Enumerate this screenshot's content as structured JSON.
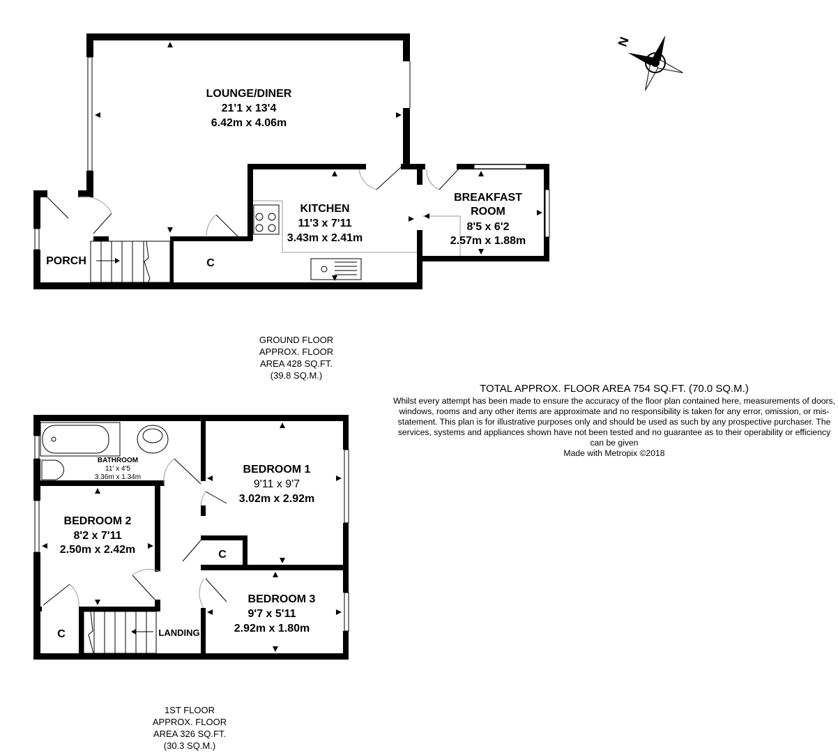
{
  "ground_floor": {
    "rooms": {
      "lounge": {
        "name": "LOUNGE/DINER",
        "imperial": "21'1 x 13'4",
        "metric": "6.42m x 4.06m"
      },
      "kitchen": {
        "name": "KITCHEN",
        "imperial": "11'3 x 7'11",
        "metric": "3.43m x 2.41m"
      },
      "breakfast": {
        "name1": "BREAKFAST",
        "name2": "ROOM",
        "imperial": "8'5 x 6'2",
        "metric": "2.57m x 1.88m"
      },
      "porch": {
        "name": "PORCH"
      },
      "cupboard": {
        "name": "C"
      }
    },
    "caption": [
      "GROUND FLOOR",
      "APPROX. FLOOR",
      "AREA 428 SQ.FT.",
      "(39.8 SQ.M.)"
    ]
  },
  "first_floor": {
    "rooms": {
      "bathroom": {
        "name": "BATHROOM",
        "imperial": "11' x 4'5",
        "metric": "3.36m x 1.34m"
      },
      "bedroom1": {
        "name": "BEDROOM 1",
        "imperial": "9'11 x 9'7",
        "metric": "3.02m x 2.92m"
      },
      "bedroom2": {
        "name": "BEDROOM 2",
        "imperial": "8'2 x 7'11",
        "metric": "2.50m x 2.42m"
      },
      "bedroom3": {
        "name": "BEDROOM 3",
        "imperial": "9'7 x 5'11",
        "metric": "2.92m x 1.80m"
      },
      "landing": {
        "name": "LANDING"
      },
      "cupboard1": {
        "name": "C"
      },
      "cupboard2": {
        "name": "C"
      }
    },
    "caption": [
      "1ST FLOOR",
      "APPROX. FLOOR",
      "AREA 326 SQ.FT.",
      "(30.3 SQ.M.)"
    ]
  },
  "summary": {
    "total": "TOTAL APPROX. FLOOR AREA 754 SQ.FT. (70.0 SQ.M.)",
    "disclaimer": "Whilst every attempt has been made to ensure the accuracy of the floor plan contained here, measurements of doors, windows, rooms and any other items are approximate and no responsibility is taken for any error, omission, or mis-statement. This plan is for illustrative purposes only and should be used as such by any prospective purchaser. The services, systems and appliances shown have not been tested and no guarantee as to their operability or efficiency can be given",
    "credit": "Made with Metropix ©2018"
  },
  "compass": {
    "label": "N"
  }
}
